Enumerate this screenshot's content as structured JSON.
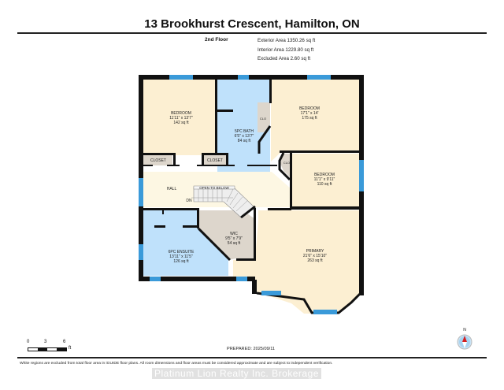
{
  "header": {
    "title": "13 Brookhurst Crescent, Hamilton, ON",
    "floor": "2nd Floor",
    "areas": [
      "Exterior Area 1350.26 sq ft",
      "Interior Area 1229.80 sq ft",
      "Excluded Area 2.60 sq ft"
    ]
  },
  "rooms": {
    "bedroom1": {
      "name": "BEDROOM",
      "dims": "11'11\" x 13'7\"",
      "area": "142 sq ft"
    },
    "bath5": {
      "name": "5PC BATH",
      "dims": "6'5\" x 13'7\"",
      "area": "84 sq ft"
    },
    "bedroom2": {
      "name": "BEDROOM",
      "dims": "17'1\" x 14'",
      "area": "175 sq ft"
    },
    "bedroom3": {
      "name": "BEDROOM",
      "dims": "11'1\" x 9'11\"",
      "area": "110 sq ft"
    },
    "closet1": {
      "name": "CLOSET"
    },
    "closet2": {
      "name": "CLOSET"
    },
    "clo1": {
      "name": "CLO"
    },
    "clo2": {
      "name": "CLO"
    },
    "hall": {
      "name": "HALL"
    },
    "stairs": {
      "open_label": "OPEN TO BELOW",
      "dn_label": "DN"
    },
    "wic": {
      "name": "WIC",
      "dims": "9'5\" x 7'9\"",
      "area": "54 sq ft"
    },
    "ensuite": {
      "name": "6PC ENSUITE",
      "dims": "13'11\" x 11'5\"",
      "area": "126 sq ft"
    },
    "primary": {
      "name": "PRIMARY",
      "dims": "21'6\" x 15'10\"",
      "area": "263 sq ft"
    }
  },
  "colors": {
    "wall": "#111111",
    "window": "#3a9ad9",
    "bedroom": "#fcefd2",
    "bath": "#bfe1fb",
    "closet": "#ddd6cc",
    "hall": "#fdf7e3"
  },
  "scale": {
    "ticks": [
      "0",
      "3",
      "6"
    ],
    "unit": "ft"
  },
  "footer": {
    "prepared": "PREPARED: 2025/09/11",
    "disclaimer": "White regions are excluded from total floor area in iGUIDE floor plans. All room dimensions and floor areas must be considered approximate and are subject to independent verification.",
    "watermark": "Platinum Lion Realty Inc. Brokerage",
    "compass_label": "N"
  }
}
